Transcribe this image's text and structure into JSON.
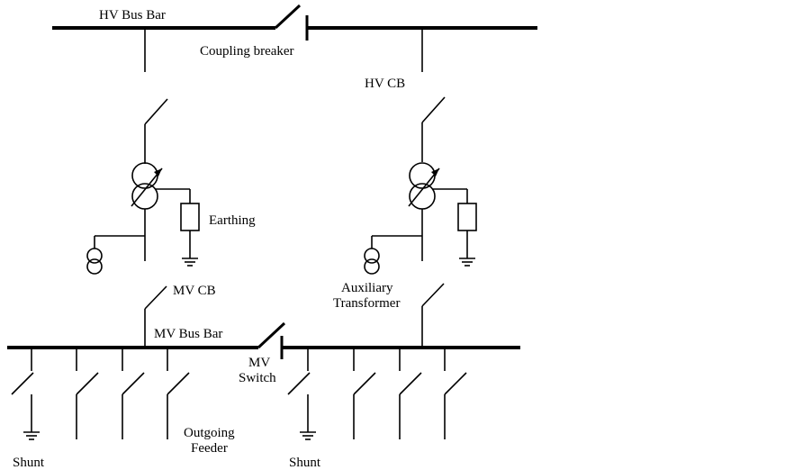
{
  "labels": {
    "hv_bus_bar": "HV Bus Bar",
    "coupling_breaker": "Coupling breaker",
    "hv_cb": "HV CB",
    "earthing": "Earthing",
    "mv_cb": "MV CB",
    "auxiliary_transformer_line1": "Auxiliary",
    "auxiliary_transformer_line2": "Transformer",
    "mv_bus_bar": "MV Bus Bar",
    "mv_switch_line1": "MV",
    "mv_switch_line2": "Switch",
    "outgoing_feeder_line1": "Outgoing",
    "outgoing_feeder_line2": "Feeder",
    "shunt_left": "Shunt",
    "shunt_right": "Shunt"
  }
}
